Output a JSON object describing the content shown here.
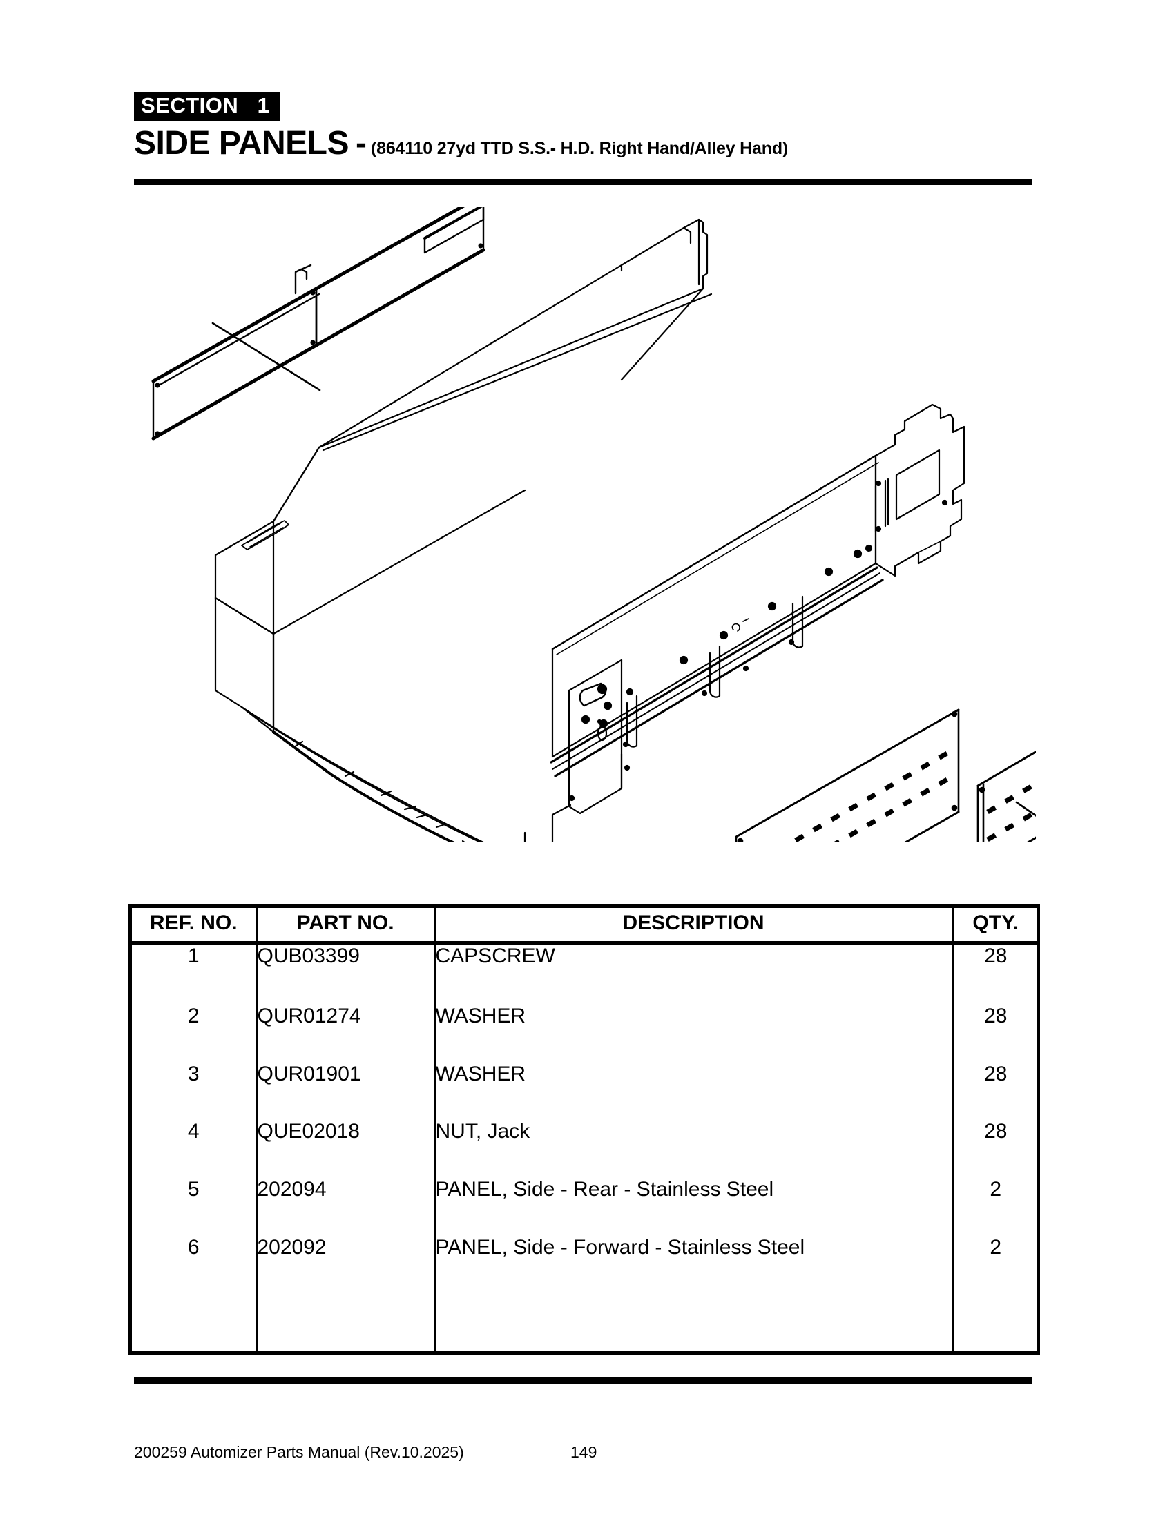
{
  "header": {
    "section_badge": "SECTION   1",
    "title": "SIDE PANELS",
    "title_separator": "-",
    "subtitle": "(864110 27yd TTD S.S.- H.D. Right Hand/Alley Hand)"
  },
  "illustration": {
    "caption": "Isometric exploded assembly view of refuse body side panels",
    "alt": "Exploded line drawing showing truck body shell with forward and rear stainless steel side panels, capscrews, washers and jack nuts",
    "leader_lines": 6,
    "line_color": "#000000"
  },
  "table": {
    "columns": [
      "REF. NO.",
      "PART NO.",
      "DESCRIPTION",
      "QTY."
    ],
    "rows": [
      {
        "ref": "1",
        "part": "QUB03399",
        "desc": "CAPSCREW",
        "qty": "28"
      },
      {
        "ref": "2",
        "part": "QUR01274",
        "desc": "WASHER",
        "qty": "28"
      },
      {
        "ref": "3",
        "part": "QUR01901",
        "desc": "WASHER",
        "qty": "28"
      },
      {
        "ref": "4",
        "part": "QUE02018",
        "desc": "NUT, Jack",
        "qty": "28"
      },
      {
        "ref": "5",
        "part": "202094",
        "desc": "PANEL, Side - Rear - Stainless Steel",
        "qty": "2"
      },
      {
        "ref": "6",
        "part": "202092",
        "desc": "PANEL, Side - Forward - Stainless Steel",
        "qty": "2"
      }
    ]
  },
  "footer": {
    "document": "200259 Automizer Parts Manual (Rev.10.2025)",
    "page_number": "149"
  }
}
